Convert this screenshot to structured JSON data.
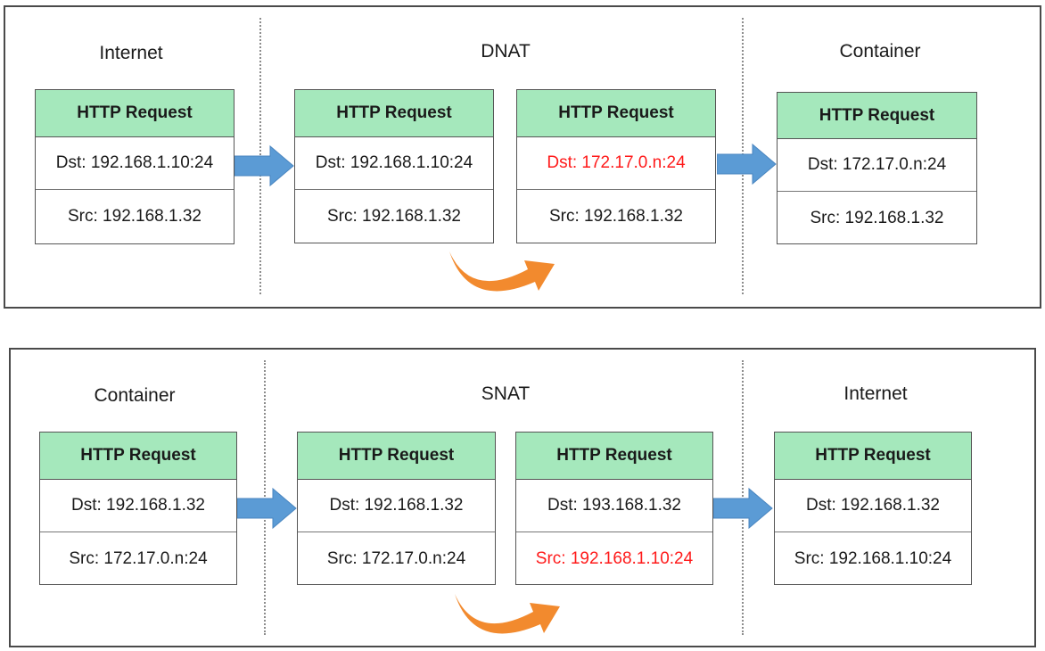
{
  "dnat": {
    "sections": [
      {
        "title": "Internet"
      },
      {
        "title": "DNAT"
      },
      {
        "title": "Container"
      }
    ],
    "packets": [
      {
        "header": "HTTP Request",
        "dst": "Dst: 192.168.1.10:24",
        "src": "Src: 192.168.1.32"
      },
      {
        "header": "HTTP Request",
        "dst": "Dst: 192.168.1.10:24",
        "src": "Src: 192.168.1.32"
      },
      {
        "header": "HTTP Request",
        "dst": "Dst: 172.17.0.n:24",
        "src": "Src: 192.168.1.32",
        "changed": "dst"
      },
      {
        "header": "HTTP Request",
        "dst": "Dst: 172.17.0.n:24",
        "src": "Src: 192.168.1.32"
      }
    ]
  },
  "snat": {
    "sections": [
      {
        "title": "Container"
      },
      {
        "title": "SNAT"
      },
      {
        "title": "Internet"
      }
    ],
    "packets": [
      {
        "header": "HTTP Request",
        "dst": "Dst: 192.168.1.32",
        "src": "Src: 172.17.0.n:24"
      },
      {
        "header": "HTTP Request",
        "dst": "Dst: 192.168.1.32",
        "src": "Src: 172.17.0.n:24"
      },
      {
        "header": "HTTP Request",
        "dst": "Dst: 193.168.1.32",
        "src": "Src: 192.168.1.10:24",
        "changed": "src"
      },
      {
        "header": "HTTP Request",
        "dst": "Dst: 192.168.1.32",
        "src": "Src: 192.168.1.10:24"
      }
    ]
  },
  "colors": {
    "header_fill": "#a5e8bc",
    "changed_text": "#ff1a1a",
    "flow_arrow": "#5b9bd5",
    "rewrite_arrow": "#f28a2e"
  },
  "icons": {
    "flow": "right-arrow-icon",
    "rewrite": "curved-arrow-icon"
  }
}
